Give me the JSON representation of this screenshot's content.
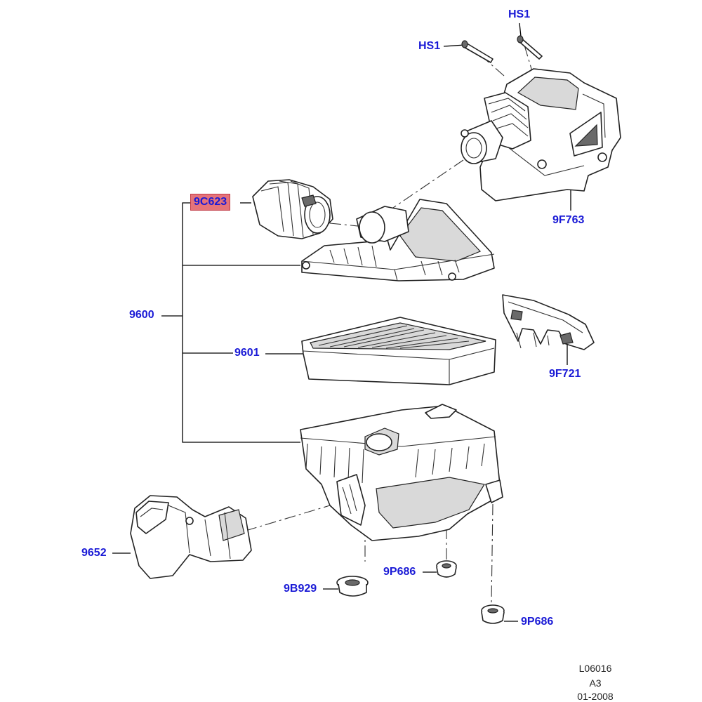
{
  "callouts": {
    "hs1_top": "HS1",
    "hs1_left": "HS1",
    "p9c623": "9C623",
    "p9f763": "9F763",
    "p9600": "9600",
    "p9601": "9601",
    "p9f721": "9F721",
    "p9652": "9652",
    "p9p686_a": "9P686",
    "p9b929": "9B929",
    "p9p686_b": "9P686"
  },
  "footer": {
    "code": "L06016",
    "sheet": "A3",
    "date": "01-2008"
  },
  "colors": {
    "label_text": "#1a1ad6",
    "highlight": "#e5737a",
    "line_art": "#222222"
  }
}
